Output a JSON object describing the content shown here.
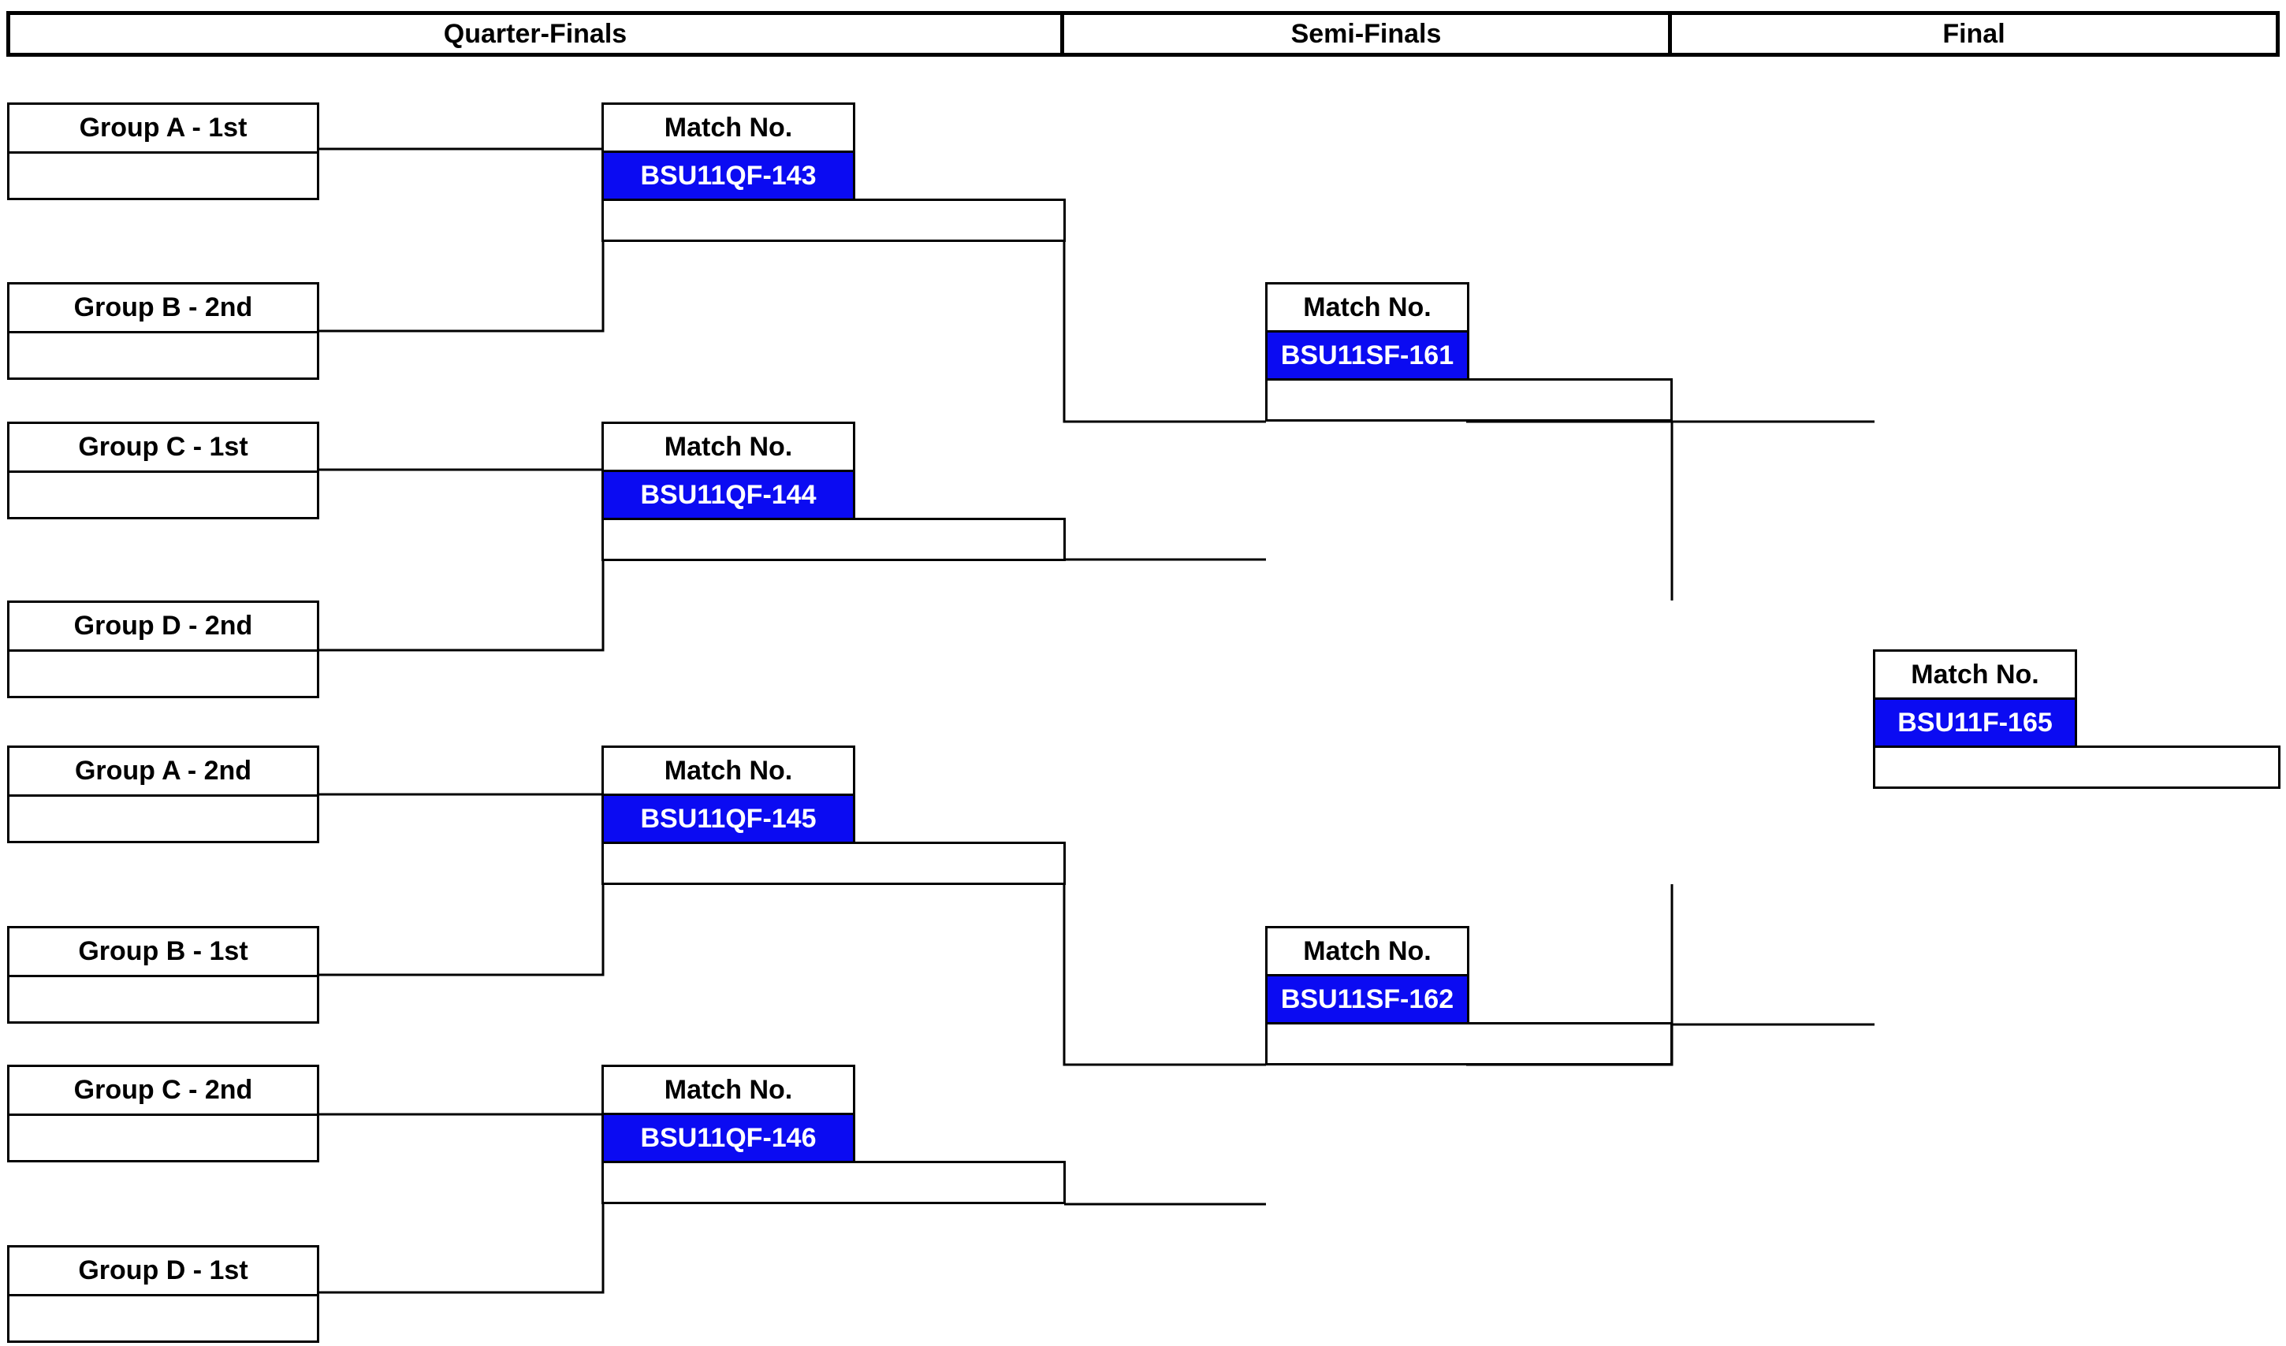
{
  "headers": {
    "quarter": "Quarter-Finals",
    "semi": "Semi-Finals",
    "final": "Final"
  },
  "seeds": [
    "Group A - 1st",
    "Group B - 2nd",
    "Group C - 1st",
    "Group D - 2nd",
    "Group A - 2nd",
    "Group B - 1st",
    "Group C - 2nd",
    "Group D - 1st"
  ],
  "match_label": "Match No.",
  "quarter_matches": [
    "BSU11QF-143",
    "BSU11QF-144",
    "BSU11QF-145",
    "BSU11QF-146"
  ],
  "semi_matches": [
    "BSU11SF-161",
    "BSU11SF-162"
  ],
  "final_match": "BSU11F-165",
  "colors": {
    "match_code_bg": "#0b0bf2",
    "match_code_text": "#ffffff",
    "line": "#000000"
  }
}
